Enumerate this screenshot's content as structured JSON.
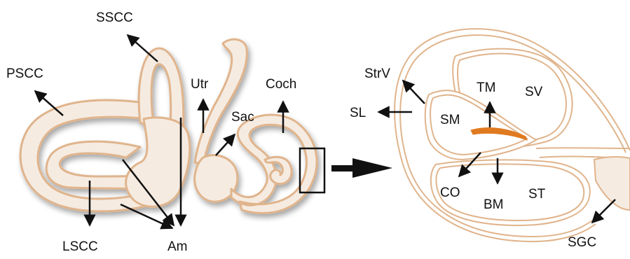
{
  "labels": {
    "sscc": "SSCC",
    "pscc": "PSCC",
    "utr": "Utr",
    "sac": "Sac",
    "coch": "Coch",
    "lscc": "LSCC",
    "am": "Am",
    "strv": "StrV",
    "sl": "SL",
    "tm": "TM",
    "sv": "SV",
    "sm": "SM",
    "co": "CO",
    "bm": "BM",
    "st": "ST",
    "sgc": "SGC"
  },
  "colors": {
    "tissue_fill": "#f5ebe1",
    "tissue_stroke": "#e0b48c",
    "membrane_orange": "#e07a20",
    "arrow": "#111111",
    "shadow": "#d9d2cc"
  }
}
